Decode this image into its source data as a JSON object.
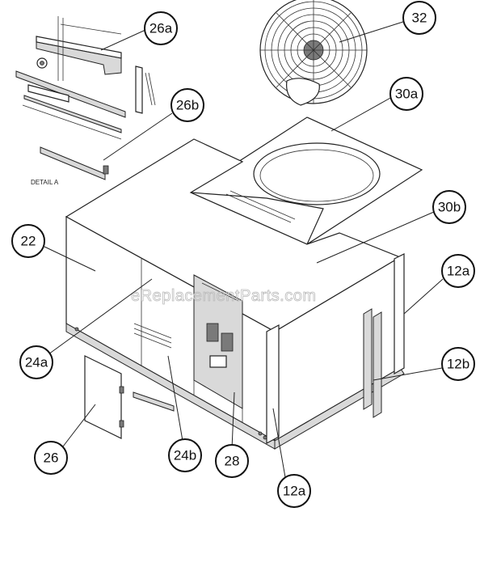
{
  "detail_label": "DETAIL A",
  "watermark": "eReplacementParts.com",
  "callouts": [
    {
      "label": "26a"
    },
    {
      "label": "32"
    },
    {
      "label": "26b"
    },
    {
      "label": "30a"
    },
    {
      "label": "30b"
    },
    {
      "label": "22"
    },
    {
      "label": "12a"
    },
    {
      "label": "24a"
    },
    {
      "label": "12b"
    },
    {
      "label": "26"
    },
    {
      "label": "24b"
    },
    {
      "label": "28"
    },
    {
      "label": "12a"
    }
  ]
}
